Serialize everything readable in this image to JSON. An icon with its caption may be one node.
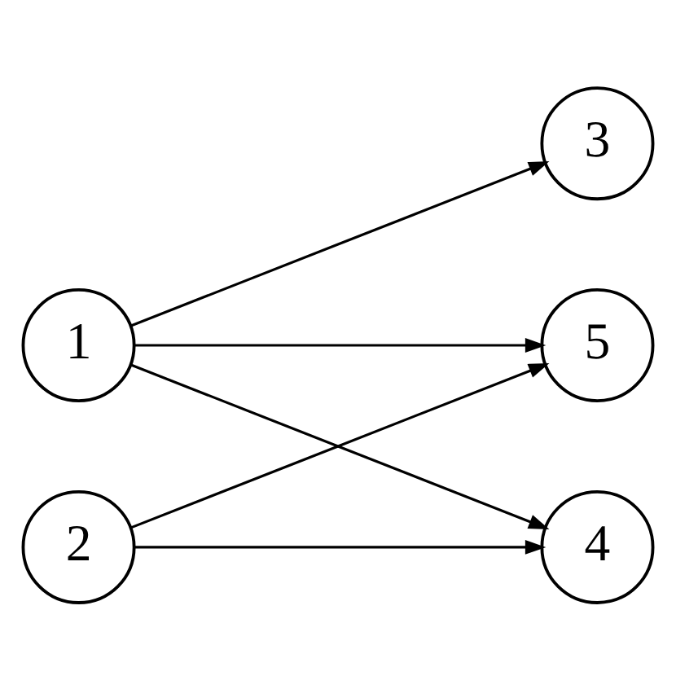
{
  "diagram": {
    "nodes": [
      {
        "text": [
          "1"
        ]
      },
      {
        "text": [
          "2"
        ]
      },
      {
        "text": [
          "3"
        ]
      },
      {
        "text": [
          "4"
        ]
      },
      {
        "text": [
          "5"
        ]
      }
    ],
    "edges": [
      {
        "from": 0,
        "to": 2,
        "arrow": "to"
      },
      {
        "from": 0,
        "to": 3,
        "arrow": "to"
      },
      {
        "from": 0,
        "to": 4,
        "arrow": "to"
      },
      {
        "from": 1,
        "to": 3,
        "arrow": "to"
      },
      {
        "from": 1,
        "to": 4,
        "arrow": "to"
      }
    ]
  }
}
